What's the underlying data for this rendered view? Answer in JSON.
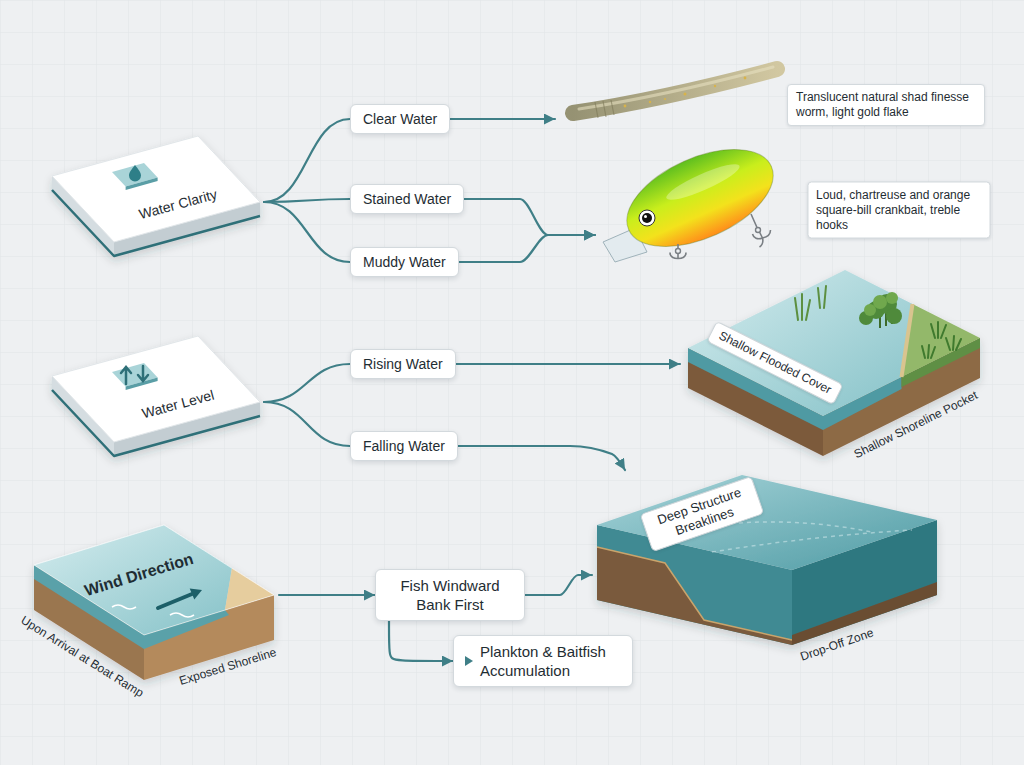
{
  "diagram": {
    "nodes": [
      {
        "text": [
          "Water Clarity"
        ]
      },
      {
        "text": [
          "Clear Water"
        ]
      },
      {
        "text": [
          "Translucent natural shad finesse worm, light gold flake"
        ]
      },
      {
        "text": [
          "Stained Water"
        ]
      },
      {
        "text": [
          "Loud, chartreuse and orange square-bill crankbait, treble hooks"
        ]
      },
      {
        "text": [
          "Muddy Water"
        ]
      },
      {
        "text": [
          "Water Level"
        ]
      },
      {
        "text": [
          "Rising Water"
        ]
      },
      {
        "text": [
          "Shallow Flooded Cover",
          "Shallow Shoreline Pocket"
        ]
      },
      {
        "text": [
          "Falling Water"
        ]
      },
      {
        "text": [
          "Deep Structure Breaklines",
          "Drop-Off Zone"
        ]
      },
      {
        "text": [
          "Wind Direction",
          "Upon Arrival at Boat Ramp",
          "Exposed Shoreline"
        ]
      },
      {
        "text": [
          "Fish Windward Bank First"
        ]
      },
      {
        "text": [
          "Plankton & Baitfish Accumulation"
        ]
      }
    ],
    "edges": [
      {
        "from": 0,
        "to": 1,
        "arrow": "none"
      },
      {
        "from": 0,
        "to": 3,
        "arrow": "none"
      },
      {
        "from": 0,
        "to": 5,
        "arrow": "none"
      },
      {
        "from": 1,
        "to": 2,
        "arrow": "to"
      },
      {
        "from": 3,
        "to": 4,
        "arrow": "to"
      },
      {
        "from": 5,
        "to": 4,
        "arrow": "to"
      },
      {
        "from": 6,
        "to": 7,
        "arrow": "none"
      },
      {
        "from": 6,
        "to": 9,
        "arrow": "none"
      },
      {
        "from": 7,
        "to": 8,
        "arrow": "to"
      },
      {
        "from": 9,
        "to": 10,
        "arrow": "to"
      },
      {
        "from": 11,
        "to": 12,
        "arrow": "to"
      },
      {
        "from": 12,
        "to": 10,
        "arrow": "to"
      },
      {
        "from": 12,
        "to": 13,
        "arrow": "to"
      }
    ]
  }
}
